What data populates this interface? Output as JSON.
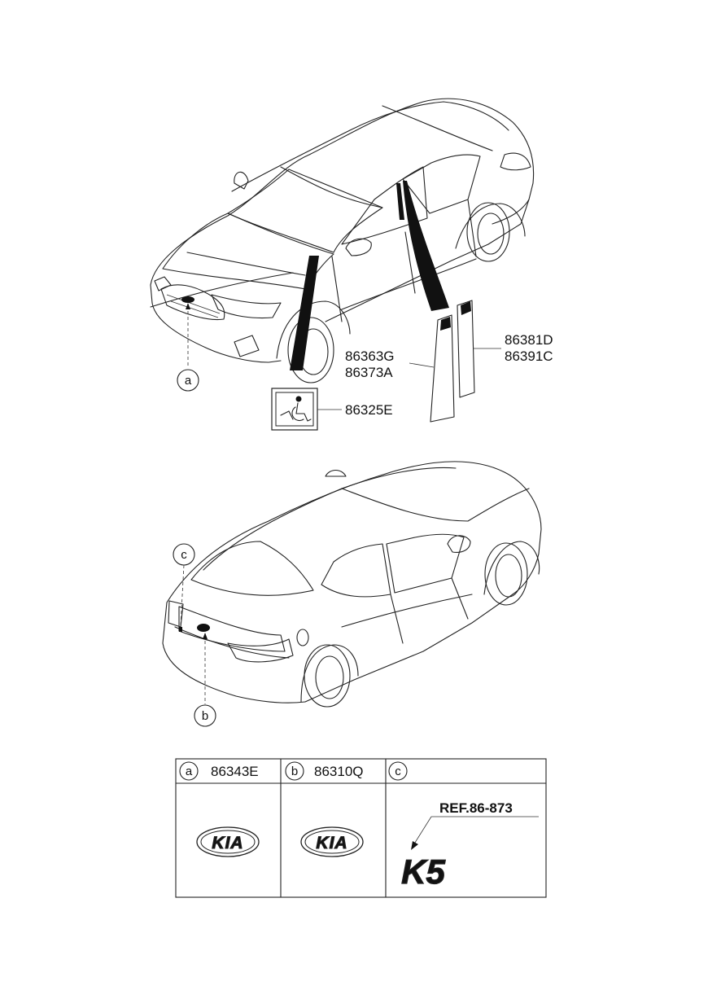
{
  "callouts": {
    "part_86363G": "86363G",
    "part_86373A": "86373A",
    "part_86381D": "86381D",
    "part_86391C": "86391C",
    "part_86325E": "86325E",
    "marker_a": "a",
    "marker_b": "b",
    "marker_c": "c"
  },
  "table": {
    "headers": [
      {
        "marker": "a",
        "part": "86343E"
      },
      {
        "marker": "b",
        "part": "86310Q"
      },
      {
        "marker": "c",
        "part": ""
      }
    ],
    "reference": "REF.86-873",
    "emblem_a": "KIA",
    "emblem_b": "KIA",
    "emblem_c": "K5"
  },
  "icons": [
    "wheelchair-icon",
    "kia-emblem-icon",
    "k5-badge-icon"
  ]
}
